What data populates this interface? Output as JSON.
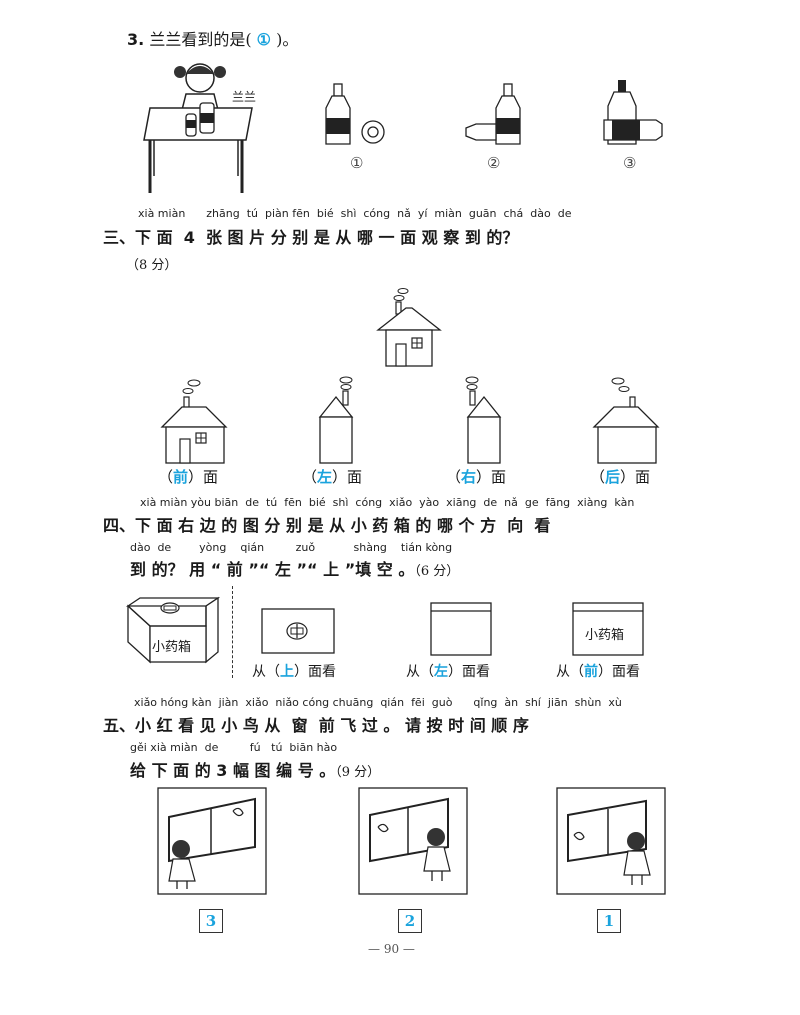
{
  "q3": {
    "number": "3.",
    "prompt_before": "兰兰看到的是(",
    "answer": "①",
    "prompt_after": ")。",
    "girl_label": "兰兰",
    "options": [
      "①",
      "②",
      "③"
    ]
  },
  "section3": {
    "pinyin": "xià miàn      zhāng  tú  piàn fēn  bié  shì  cóng  nǎ  yí  miàn  guān  chá  dào  de",
    "heading": "三、下 面  4  张 图 片 分 别 是 从 哪 一 面 观 察 到 的？",
    "score": "（8 分）",
    "labels": [
      {
        "open": "（",
        "answer": "前",
        "close": "）面"
      },
      {
        "open": "（",
        "answer": "左",
        "close": "）面"
      },
      {
        "open": "（",
        "answer": "右",
        "close": "）面"
      },
      {
        "open": "（",
        "answer": "后",
        "close": "）面"
      }
    ]
  },
  "section4": {
    "pinyin1": "xià miàn yòu biān  de  tú  fēn  bié  shì  cóng  xiǎo  yào  xiāng  de  nǎ  ge  fāng  xiàng  kàn",
    "heading1": "四、下 面 右 边 的 图 分 别 是 从 小 药 箱 的 哪 个 方  向  看",
    "pinyin2": "dào  de        yòng    qián         zuǒ           shàng    tián kòng",
    "heading2": "到 的？ 用 “ 前 ”“ 左 ”“ 上 ”填 空 。",
    "score": "（6 分）",
    "box_label": "小药箱",
    "views": [
      {
        "prefix": "从（",
        "answer": "上",
        "suffix": "）面看"
      },
      {
        "prefix": "从（",
        "answer": "左",
        "suffix": "）面看"
      },
      {
        "prefix": "从（",
        "answer": "前",
        "suffix": "）面看"
      }
    ]
  },
  "section5": {
    "pinyin1": "xiǎo hóng kàn  jiàn  xiǎo  niǎo cóng chuāng  qián  fēi  guò      qǐng  àn  shí  jiān  shùn  xù",
    "heading1": "五、小 红 看 见 小 鸟 从  窗  前 飞 过 。 请 按 时 间 顺 序",
    "pinyin2": "gěi xià miàn  de         fú   tú  biān hào",
    "heading2": "给 下 面 的 3 幅 图 编 号 。",
    "score": "（9 分）",
    "order_answers": [
      "3",
      "2",
      "1"
    ]
  },
  "footer": {
    "page": "— 90 —"
  },
  "colors": {
    "answer": "#1aa3dd",
    "ink": "#1a1a1a"
  }
}
